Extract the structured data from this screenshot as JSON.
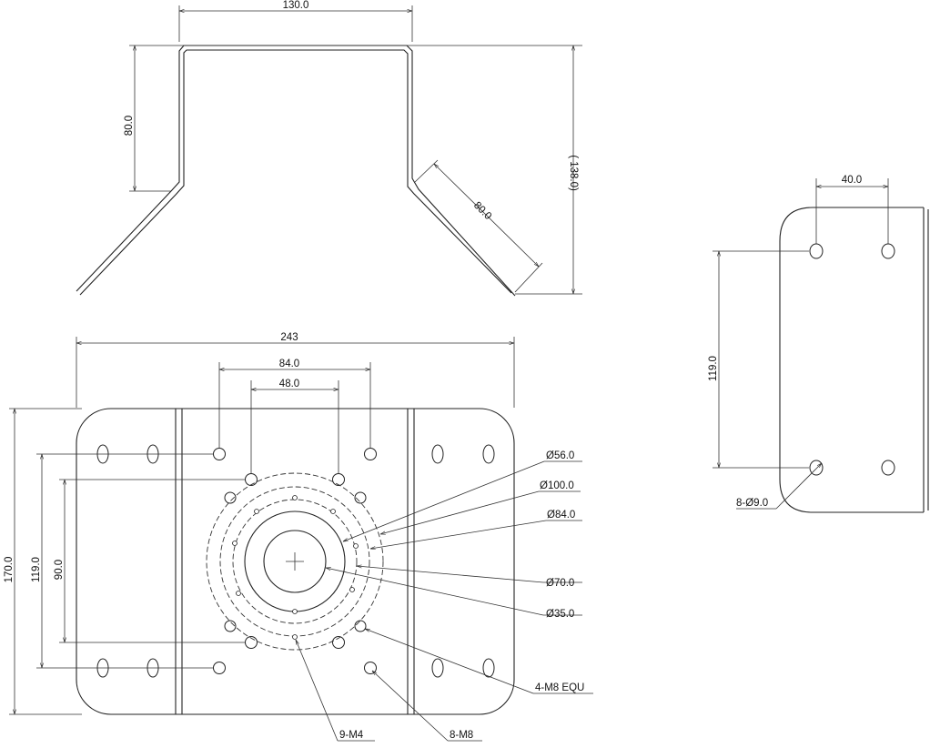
{
  "top_view": {
    "width": "130.0",
    "height": "80.0",
    "flange": "80.0",
    "total_height": "( 138.0)"
  },
  "side_plate": {
    "hole_spacing": "40.0",
    "vertical_spacing": "119.0",
    "hole_callout": "8-Ø9.0"
  },
  "base_plate": {
    "overall_width": "243",
    "pattern_84": "84.0",
    "pattern_48": "48.0",
    "overall_height": "170.0",
    "vertical_119": "119.0",
    "vertical_90": "90.0",
    "callouts": {
      "d56": "Ø56.0",
      "d100": "Ø100.0",
      "d84": "Ø84.0",
      "d70": "Ø70.0",
      "d35": "Ø35.0",
      "m8_equ": "4-M8 EQU",
      "m4": "9-M4",
      "m8": "8-M8"
    }
  }
}
